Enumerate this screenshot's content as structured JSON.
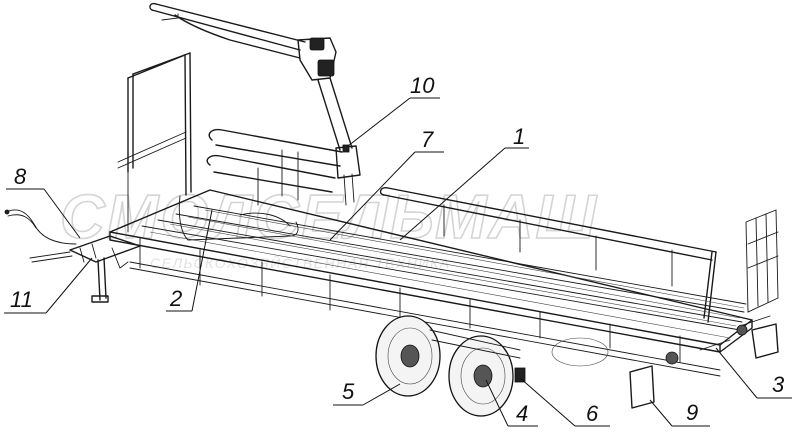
{
  "watermark": {
    "main": "СМОЛСЕЛЬМАШ",
    "sub": "СЕЛЬСКОХОЗЯЙСТВЕННАЯ ТЕХНИКА"
  },
  "callouts": [
    {
      "id": "c1",
      "label": "1"
    },
    {
      "id": "c2",
      "label": "2"
    },
    {
      "id": "c3",
      "label": "3"
    },
    {
      "id": "c4",
      "label": "4"
    },
    {
      "id": "c5",
      "label": "5"
    },
    {
      "id": "c6",
      "label": "6"
    },
    {
      "id": "c7",
      "label": "7"
    },
    {
      "id": "c8",
      "label": "8"
    },
    {
      "id": "c9",
      "label": "9"
    },
    {
      "id": "c10",
      "label": "10"
    },
    {
      "id": "c11",
      "label": "11"
    }
  ]
}
